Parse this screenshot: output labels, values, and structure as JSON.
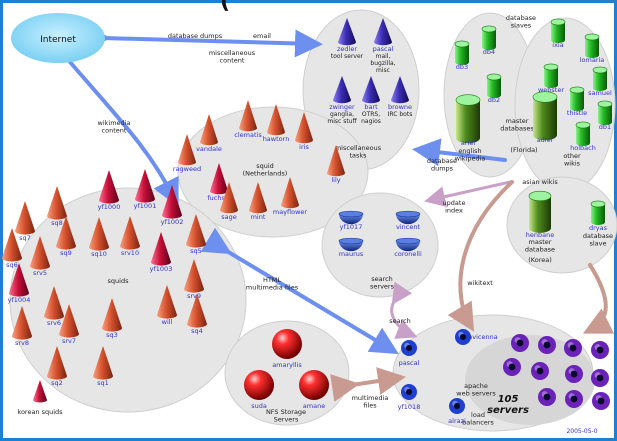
{
  "heading_fragment": "(",
  "footer_date": "2005-05-0",
  "colors": {
    "frame_blue": "#1f7fd0",
    "internet_fill": "#8fd8f5",
    "node_label_blue": "#3333cc",
    "arrow_blue": "#6c8ff0",
    "arrow_mauve": "#c8a0c8",
    "arrow_brown": "#c99a8f",
    "cone_red": "#d8532f",
    "cone_crimson": "#c8103a",
    "cone_indigo": "#3b2db5",
    "db_green": "#22bb22",
    "bowl_blue": "#2f58c4",
    "sphere_red": "#e02020",
    "ring_blue": "#1f3fd0",
    "ring_purple": "#6a22b8",
    "cluster_gray": "#e6e6e6"
  },
  "internet": {
    "label": "Internet"
  },
  "arrow_labels": {
    "db_dumps": "database dumps",
    "email": "email",
    "misc_content": "miscellaneous\ncontent",
    "wikimedia_content": "wikimedia\ncontent",
    "database_dumps2": "database\ndumps",
    "update_index": "update\nindex",
    "html_multimedia": "HTML\nmultimedia files",
    "search": "search",
    "wikitext": "wikitext",
    "multimedia_files": "multimedia\nfiles"
  },
  "tasks": {
    "title": "miscellaneous\ntasks",
    "nodes": [
      {
        "name": "zedler",
        "desc": "tool server"
      },
      {
        "name": "pascal",
        "desc": "mail,\nbugzilla,\nmisc"
      },
      {
        "name": "zwinger",
        "desc": "ganglia,\nmisc stuff"
      },
      {
        "name": "bart",
        "desc": "OTRS,\nnagios"
      },
      {
        "name": "browne",
        "desc": "IRC bots"
      }
    ]
  },
  "db": {
    "slaves_title": "database\nslaves",
    "master_title": "master\ndatabases",
    "english_title": "english\nwikipedia",
    "other_title": "other\nwikis",
    "florida": "(Florida)",
    "names": [
      "db3",
      "db4",
      "db2",
      "ixia",
      "lomaria",
      "webster",
      "samuel",
      "thistle",
      "db1",
      "ariel",
      "adler",
      "holbach"
    ]
  },
  "asian": {
    "title": "asian wikis",
    "henbane": "henbane",
    "master": "master\ndatabase",
    "korea": "(Korea)",
    "dryas": "dryas",
    "slave": "database\nslave"
  },
  "netherlands": {
    "title": "squid\n(Netherlands)",
    "names": [
      "clematis",
      "vandale",
      "hawtorn",
      "iris",
      "ragweed",
      "lily",
      "fuchsia",
      "sage",
      "mint",
      "mayflower"
    ]
  },
  "squids": {
    "title": "squids",
    "korean": "korean squids",
    "names": [
      "sq8",
      "yf1000",
      "yf1001",
      "sq7",
      "yf1002",
      "sq6",
      "sq9",
      "sq10",
      "srv10",
      "srv5",
      "yf1003",
      "sq5",
      "yf1004",
      "srv9",
      "srv6",
      "will",
      "sq4",
      "srv8",
      "srv7",
      "sq3",
      "sq2",
      "sq1"
    ]
  },
  "search": {
    "title": "search\nservers",
    "names": [
      "yf1017",
      "vincent",
      "maurus",
      "coronelli"
    ]
  },
  "nfs": {
    "title": "NFS Storage\nServers",
    "names": [
      "amaryllis",
      "suda",
      "amane"
    ]
  },
  "apache": {
    "count": "105",
    "servers": "servers",
    "web": "apache\nweb servers",
    "balancers": "load\nbalancers",
    "names": [
      "pascal",
      "avicenna",
      "yf1018",
      "alrazi"
    ]
  }
}
